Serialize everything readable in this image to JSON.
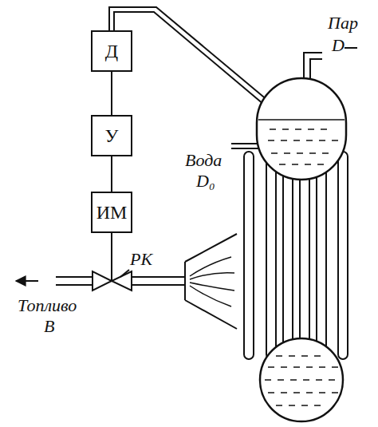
{
  "diagram": {
    "nodes": [
      {
        "text": [
          "Д"
        ]
      },
      {
        "text": [
          "У"
        ]
      },
      {
        "text": [
          "ИМ"
        ]
      }
    ],
    "edges": [
      {
        "from": 0,
        "to": 1,
        "arrow": "none"
      },
      {
        "from": 1,
        "to": 2,
        "arrow": "none"
      }
    ],
    "labels": [
      "Пар",
      "D",
      "Вода",
      "D₀",
      "РК",
      "Топливо",
      "B"
    ]
  }
}
